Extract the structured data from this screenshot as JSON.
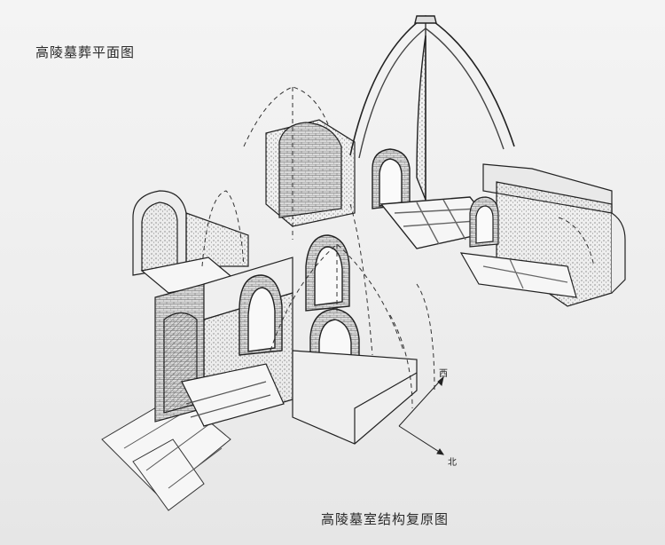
{
  "diagram": {
    "title_top": "高陵墓葬平面图",
    "title_bottom": "高陵墓室结构复原图",
    "compass": {
      "west": "西",
      "north": "北"
    }
  },
  "colors": {
    "ink": "#2a2a2a",
    "paper": "#f1f1f1"
  }
}
